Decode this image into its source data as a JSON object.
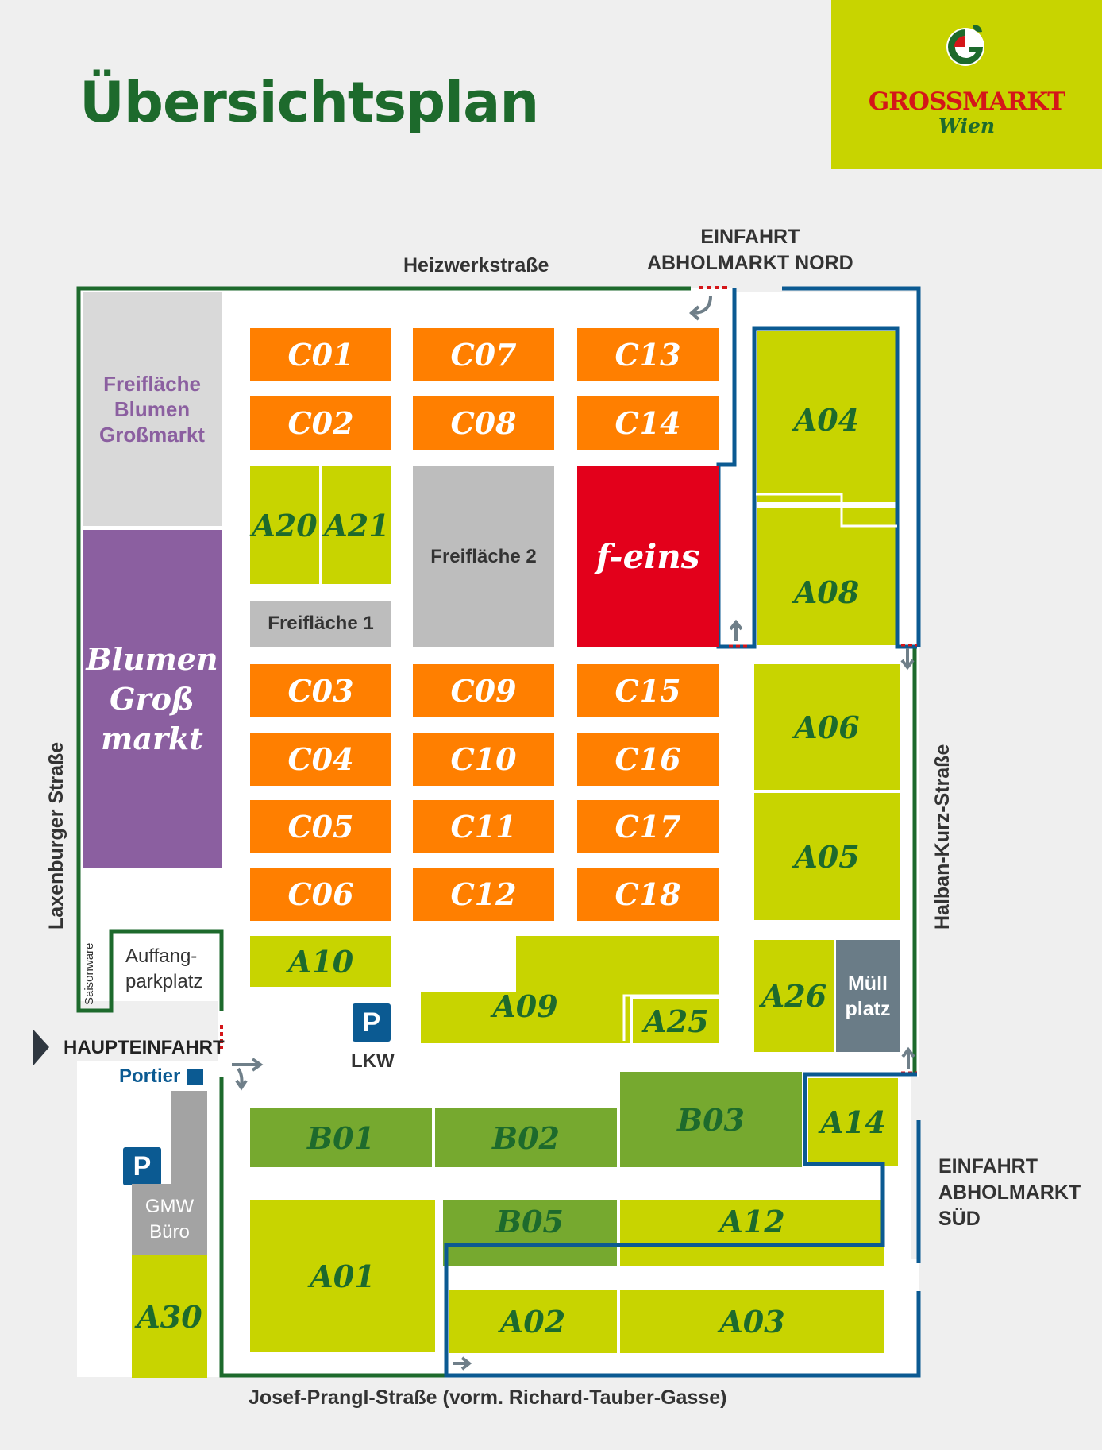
{
  "title": "Übersichtsplan",
  "logo": {
    "name": "GROSSMARKT",
    "sub": "Wien"
  },
  "streets": {
    "north": "Heizwerkstraße",
    "west": "Laxenburger Straße",
    "east": "Halban-Kurz-Straße",
    "south": "Josef-Prangl-Straße (vorm. Richard-Tauber-Gasse)"
  },
  "entrances": {
    "nord_line1": "EINFAHRT",
    "nord_line2": "ABHOLMARKT NORD",
    "sued_line1": "EINFAHRT",
    "sued_line2": "ABHOLMARKT",
    "sued_line3": "SÜD",
    "main": "HAUPTEINFAHRT",
    "portier": "Portier"
  },
  "areas": {
    "freiflaeche_blumen": [
      "Freifläche",
      "Blumen",
      "Großmarkt"
    ],
    "blumen_grossmarkt": [
      "Blumen",
      "Groß",
      "markt"
    ],
    "saisonware": "Saisonware",
    "auffang": [
      "Auffang-",
      "parkplatz"
    ],
    "freiflaeche1": "Freifläche 1",
    "freiflaeche2": "Freifläche 2",
    "feins": "f-eins",
    "muell": [
      "Müll",
      "platz"
    ],
    "gmw": [
      "GMW",
      "Büro"
    ],
    "parking_symbol": "P",
    "lkw": "LKW"
  },
  "halls": {
    "C01": "C01",
    "C02": "C02",
    "C03": "C03",
    "C04": "C04",
    "C05": "C05",
    "C06": "C06",
    "C07": "C07",
    "C08": "C08",
    "C09": "C09",
    "C10": "C10",
    "C11": "C11",
    "C12": "C12",
    "C13": "C13",
    "C14": "C14",
    "C15": "C15",
    "C16": "C16",
    "C17": "C17",
    "C18": "C18",
    "A01": "A01",
    "A02": "A02",
    "A03": "A03",
    "A04": "A04",
    "A05": "A05",
    "A06": "A06",
    "A08": "A08",
    "A09": "A09",
    "A10": "A10",
    "A12": "A12",
    "A14": "A14",
    "A20": "A20",
    "A21": "A21",
    "A25": "A25",
    "A26": "A26",
    "A30": "A30",
    "B01": "B01",
    "B02": "B02",
    "B03": "B03",
    "B05": "B05"
  },
  "colors": {
    "c_halls": "#ff7f00",
    "a_halls": "#c8d400",
    "b_halls": "#76a92f",
    "blumen": "#8b5fa0",
    "feins": "#e3001b",
    "outline_green": "#1d6a2c",
    "outline_blue": "#0b5a92"
  }
}
